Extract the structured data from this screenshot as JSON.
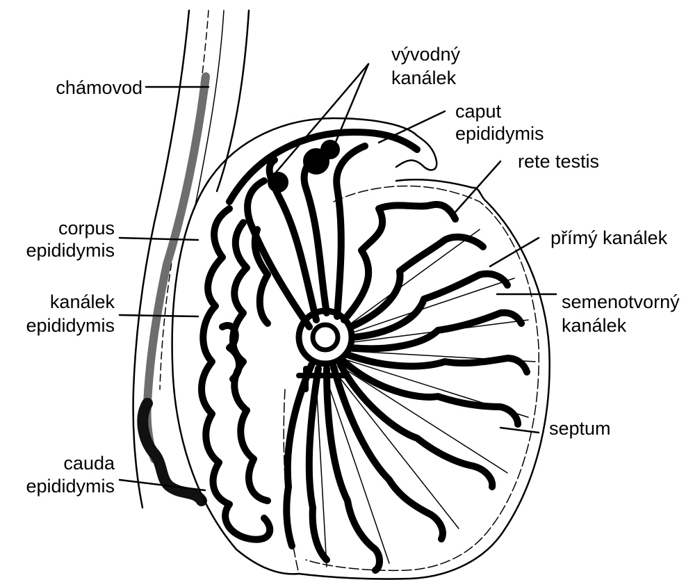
{
  "labels": {
    "chamovod": "chámovod",
    "corpus_1": "corpus",
    "corpus_2": "epididymis",
    "kanalek_1": "kanálek",
    "kanalek_2": "epididymis",
    "cauda_1": "cauda",
    "cauda_2": "epididymis",
    "vyvodny_1": "vývodný",
    "vyvodny_2": "kanálek",
    "caput_1": "caput",
    "caput_2": "epididymis",
    "rete": "rete testis",
    "primy": "přímý kanálek",
    "semeno_1": "semenotvorný",
    "semeno_2": "kanálek",
    "septum": "septum"
  },
  "colors": {
    "ink": "#000000",
    "duct_fill": "#6e6e6e",
    "background": "#ffffff"
  }
}
